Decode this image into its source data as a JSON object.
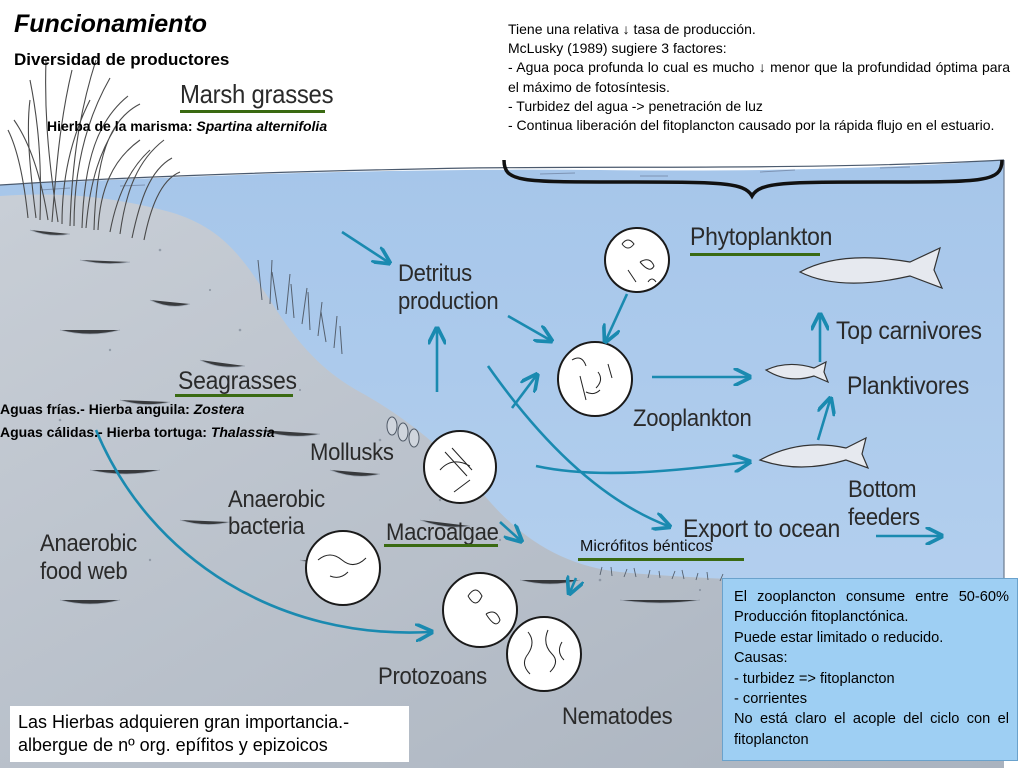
{
  "header": {
    "title": "Funcionamiento",
    "subtitle": "Diversidad de productores"
  },
  "producers": {
    "marsh": {
      "heading": "Marsh grasses",
      "common": "Hierba de la marisma: ",
      "species": "Spartina alternifolia"
    },
    "seagrass": {
      "heading": "Seagrasses",
      "cold_common": "Aguas frías.- Hierba anguila: ",
      "cold_species": "Zostera",
      "warm_common": "Aguas cálidas.- Hierba tortuga: ",
      "warm_species": "Thalassia"
    },
    "microphytes": "Micrófitos bénticos"
  },
  "production_note": {
    "lines": [
      "Tiene una relativa ↓ tasa de producción.",
      "McLusky (1989) sugiere 3 factores:",
      "- Agua poca profunda lo cual es mucho ↓ menor que la profundidad óptima para el máximo de fotosíntesis.",
      "- Turbidez del agua -> penetración de luz",
      "- Continua liberación del fitoplancton causado por la rápida flujo en el estuario."
    ]
  },
  "diagram_labels": {
    "detritus": [
      "Detritus",
      "production"
    ],
    "phytoplankton": "Phytoplankton",
    "top_carnivores": "Top carnivores",
    "planktivores": "Planktivores",
    "zooplankton": "Zooplankton",
    "mollusks": "Mollusks",
    "anaerobic_bacteria": [
      "Anaerobic",
      "bacteria"
    ],
    "anaerobic_food_web": [
      "Anaerobic",
      "food web"
    ],
    "macroalgae": "Macroalgae",
    "export": "Export to ocean",
    "bottom_feeders": [
      "Bottom",
      "feeders"
    ],
    "protozoans": "Protozoans",
    "nematodes": "Nematodes"
  },
  "zooplankton_note": {
    "lines": [
      "El zooplancton consume entre 50-60% Producción fitoplanctónica.",
      "Puede estar limitado o reducido.",
      "Causas:",
      "- turbidez => fitoplancton",
      "- corrientes",
      "No está claro el acople del ciclo con el fitoplancton"
    ]
  },
  "footer_note": {
    "lines": [
      "Las Hierbas adquieren gran importancia.-",
      "albergue de nº org. epífitos y epizoicos"
    ]
  },
  "colors": {
    "water": "#a9c8ea",
    "sediment": "#b9c1cc",
    "arrow": "#1a8ab0",
    "underline": "#3a6a12",
    "info_box": "#9ecff3"
  }
}
